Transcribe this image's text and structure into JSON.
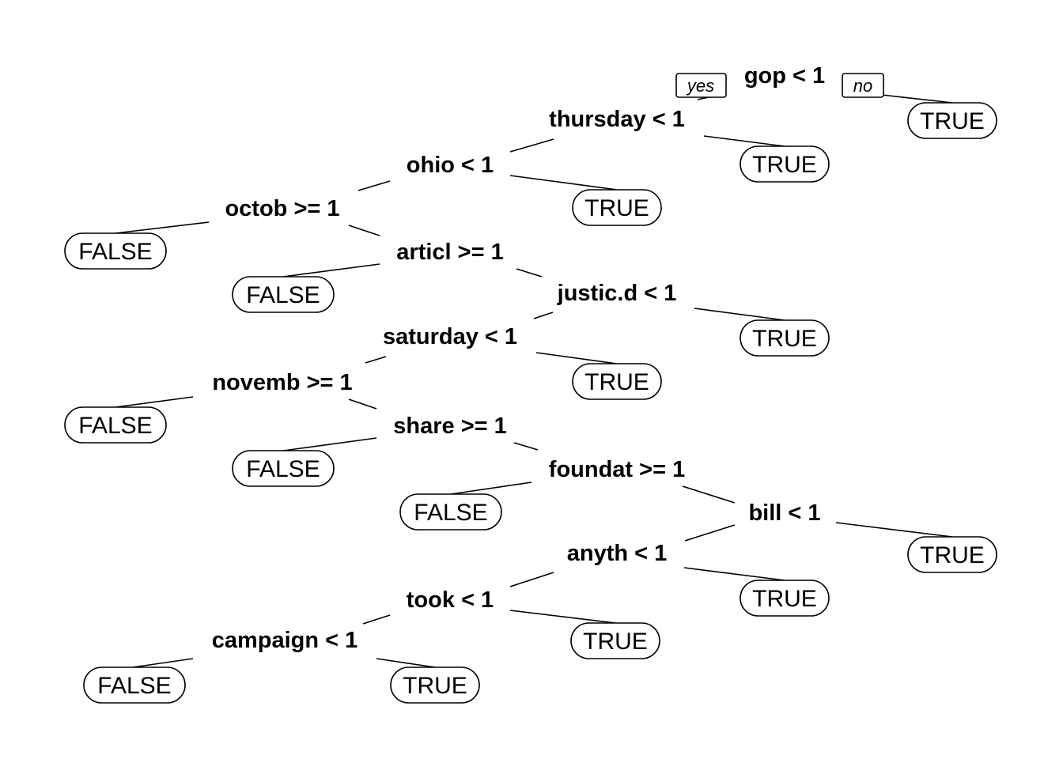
{
  "branch_labels": {
    "yes": "yes",
    "no": "no"
  },
  "splits": [
    "gop < 1",
    "thursday < 1",
    "ohio < 1",
    "octob >= 1",
    "articl >= 1",
    "justic.d < 1",
    "saturday < 1",
    "novemb >= 1",
    "share >= 1",
    "foundat >= 1",
    "bill < 1",
    "anyth < 1",
    "took < 1",
    "campaign < 1"
  ],
  "leaves": [
    "TRUE",
    "TRUE",
    "TRUE",
    "FALSE",
    "FALSE",
    "TRUE",
    "TRUE",
    "FALSE",
    "FALSE",
    "FALSE",
    "TRUE",
    "TRUE",
    "TRUE",
    "FALSE",
    "TRUE"
  ]
}
